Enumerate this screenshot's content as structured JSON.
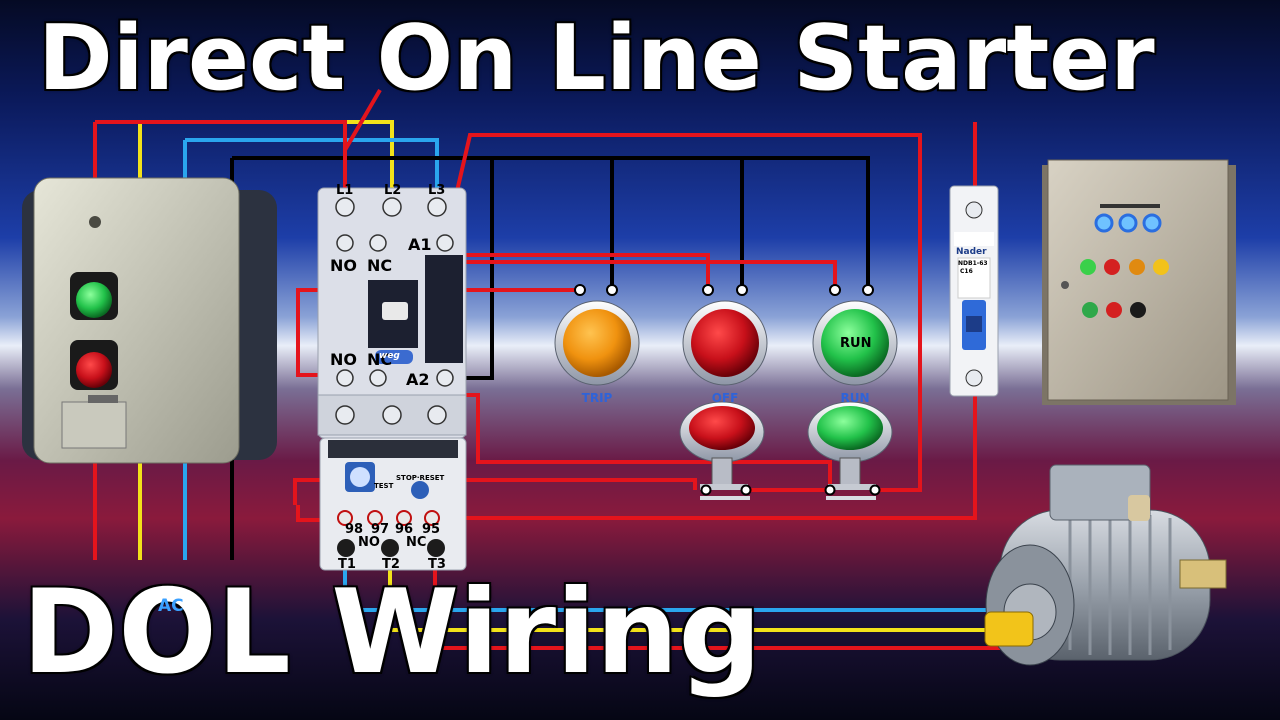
{
  "title_top": "Direct On Line Starter",
  "title_bottom": "DOL Wiring",
  "ac_label": "AC",
  "contactor": {
    "terminals_top": [
      "L1",
      "L2",
      "L3"
    ],
    "coil_top": "A1",
    "coil_bottom": "A2",
    "aux_top_no": "NO",
    "aux_top_nc": "NC",
    "aux_bottom_no": "NO",
    "aux_bottom_nc": "NC",
    "brand": "weg"
  },
  "overload_relay": {
    "terminals": [
      "98",
      "97",
      "96",
      "95"
    ],
    "no_label": "NO",
    "nc_label": "NC",
    "outputs": [
      "T1",
      "T2",
      "T3"
    ],
    "test_label": "TEST",
    "stop_reset_label": "STOP·RESET"
  },
  "pilot_lamps": [
    {
      "label": "TRIP",
      "color": "#f0920f"
    },
    {
      "label": "OFF",
      "color": "#c8101a"
    },
    {
      "label": "RUN",
      "color": "#22c24a",
      "face_text": "RUN"
    }
  ],
  "push_buttons": [
    {
      "label": "OFF",
      "color": "#e0343a"
    },
    {
      "label": "RUN",
      "color": "#34c25a"
    }
  ],
  "mcb": {
    "brand": "Nader",
    "model": "NDB1-63",
    "rating": "C16"
  },
  "wire_colors": {
    "red": "#e4141c",
    "yellow": "#f2e21a",
    "blue": "#2aa6ee",
    "black": "#000000"
  }
}
